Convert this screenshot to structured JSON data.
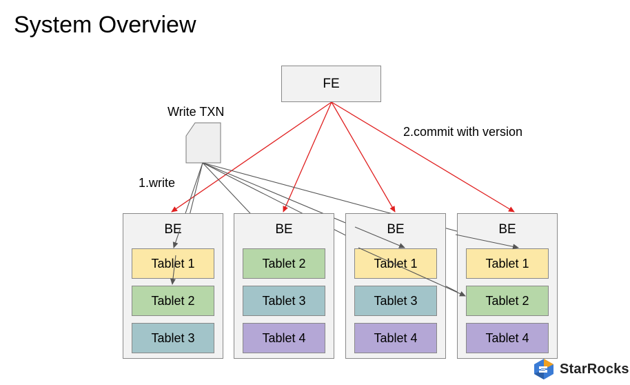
{
  "title": "System Overview",
  "fe": {
    "label": "FE"
  },
  "write_txn": {
    "label": "Write TXN"
  },
  "write_step": {
    "label": "1.write"
  },
  "commit_step": {
    "label": "2.commit with version"
  },
  "backends": [
    {
      "label": "BE",
      "tablets": [
        "Tablet 1",
        "Tablet 2",
        "Tablet 3"
      ],
      "colors": [
        "t1",
        "t2",
        "t3"
      ]
    },
    {
      "label": "BE",
      "tablets": [
        "Tablet 2",
        "Tablet 3",
        "Tablet 4"
      ],
      "colors": [
        "t2",
        "t3",
        "t4"
      ]
    },
    {
      "label": "BE",
      "tablets": [
        "Tablet 1",
        "Tablet 3",
        "Tablet 4"
      ],
      "colors": [
        "t1",
        "t3",
        "t4"
      ]
    },
    {
      "label": "BE",
      "tablets": [
        "Tablet 1",
        "Tablet 2",
        "Tablet 4"
      ],
      "colors": [
        "t1",
        "t2",
        "t4"
      ]
    }
  ],
  "brand": {
    "name": "StarRocks"
  },
  "colors": {
    "tablet1": "#fce8a6",
    "tablet2": "#b6d7a8",
    "tablet3": "#a2c4c9",
    "tablet4": "#b4a7d6",
    "commit_arrow": "#e02020",
    "write_arrow": "#555555"
  }
}
